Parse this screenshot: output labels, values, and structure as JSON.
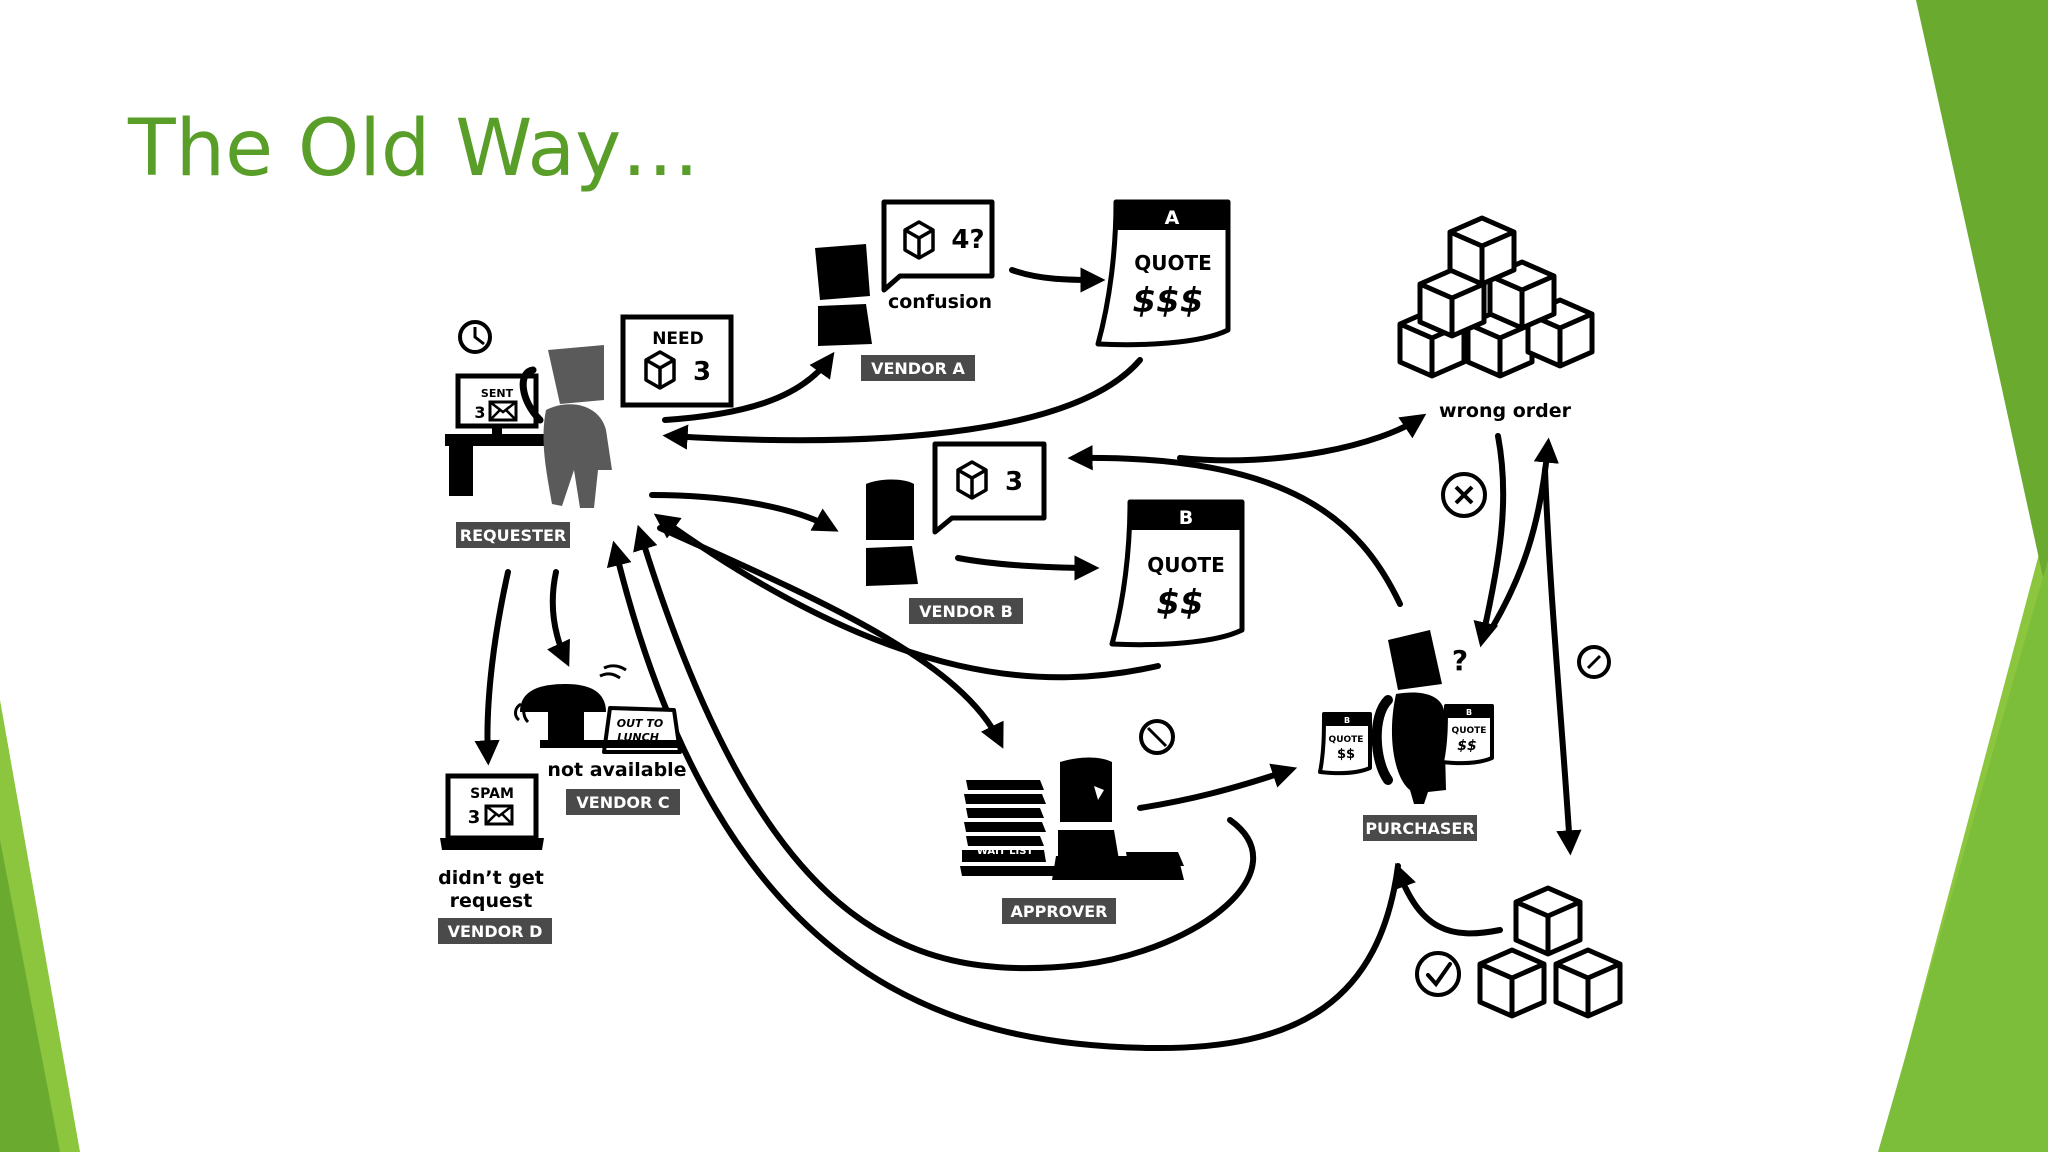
{
  "slide": {
    "title": "The Old Way…",
    "accent_color": "#5a9e2a",
    "accent_light": "#8cc63f"
  },
  "labels": {
    "requester": "REQUESTER",
    "vendor_a": "VENDOR A",
    "vendor_b": "VENDOR B",
    "vendor_c": "VENDOR C",
    "vendor_d": "VENDOR D",
    "approver": "APPROVER",
    "purchaser": "PURCHASER"
  },
  "captions": {
    "confusion": "confusion",
    "wrong_order": "wrong order",
    "not_available": "not available",
    "didnt_get_1": "didn’t get",
    "didnt_get_2": "request"
  },
  "bubbles": {
    "need": "NEED",
    "need_qty": "3",
    "vendor_a_qty": "4?",
    "vendor_b_qty": "3"
  },
  "quotes": {
    "a_letter": "A",
    "a_word": "QUOTE",
    "a_price": "$$$",
    "b_letter": "B",
    "b_word": "QUOTE",
    "b_price": "$$",
    "mini_b_letter": "B",
    "mini_b_word": "QUOTE",
    "mini_b_price": "$$"
  },
  "screens": {
    "sent": "SENT",
    "sent_qty": "3",
    "spam": "SPAM",
    "spam_qty": "3"
  },
  "signs": {
    "out_to": "OUT TO",
    "lunch": "LUNCH",
    "wait_list": "WAIT LIST",
    "question": "?"
  },
  "icons": [
    "clock-icon",
    "cancel-icon",
    "check-icon",
    "box-icon",
    "envelope-icon",
    "phone-icon"
  ]
}
